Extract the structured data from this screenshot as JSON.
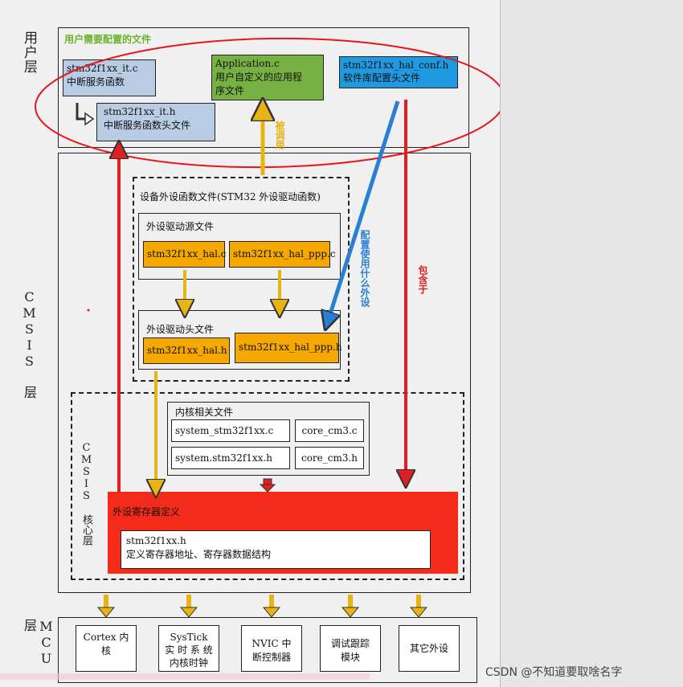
{
  "layers": {
    "user": "用户层",
    "cmsis": "CMSIS 层",
    "cmsis_core": "CMSIS 核心层",
    "mcu": "MCU 层"
  },
  "user_section": {
    "title": "用户需要配置的文件",
    "it_c": [
      "stm32f1xx_it.c",
      "中断服务函数"
    ],
    "application": [
      "Application.c",
      "用户自定义的应用程",
      "序文件"
    ],
    "hal_conf": [
      "stm32f1xx_hal_conf.h",
      "软件库配置头文件"
    ],
    "it_h": [
      "stm32f1xx_it.h",
      "中断服务函数头文件"
    ]
  },
  "device_section": {
    "title": "设备外设函数文件(STM32 外设驱动函数)",
    "source_group": "外设驱动源文件",
    "hal_c": "stm32f1xx_hal.c",
    "hal_ppp_c": "stm32f1xx_hal_ppp.c",
    "header_group": "外设驱动头文件",
    "hal_h": "stm32f1xx_hal.h",
    "hal_ppp_h": "stm32f1xx_hal_ppp.h"
  },
  "core_section": {
    "title": "内核相关文件",
    "system_c": "system_stm32f1xx.c",
    "core_c": "core_cm3.c",
    "system_h": "system.stm32f1xx.h",
    "core_h": "core_cm3.h"
  },
  "register_section": {
    "title": "外设寄存器定义",
    "file": "stm32f1xx.h",
    "desc": "定义寄存器地址、寄存器数据结构"
  },
  "mcu_section": {
    "cortex": [
      "Cortex 内",
      "核"
    ],
    "systick": [
      "SysTick",
      "实 时 系 统",
      "内核时钟"
    ],
    "nvic": [
      "NVIC 中",
      "断控制器"
    ],
    "debug": [
      "调试跟踪",
      "模块"
    ],
    "other": [
      "其它外设"
    ]
  },
  "arrow_labels": {
    "called": "被调用",
    "configure": "配置使用什么外设",
    "included": "包含于"
  },
  "watermark": "CSDN @不知道要取啥名字",
  "colors": {
    "blue_box": "#b8cce4",
    "green_box": "#77b043",
    "cyan_box": "#1f9ae0",
    "orange_box": "#f5a800",
    "red_box": "#f42b1b",
    "arrow_yellow": "#e7b414",
    "arrow_blue": "#2a7fd4",
    "arrow_red": "#e02020",
    "title_green": "#6bb22c",
    "ellipse_red": "#e4161b"
  }
}
